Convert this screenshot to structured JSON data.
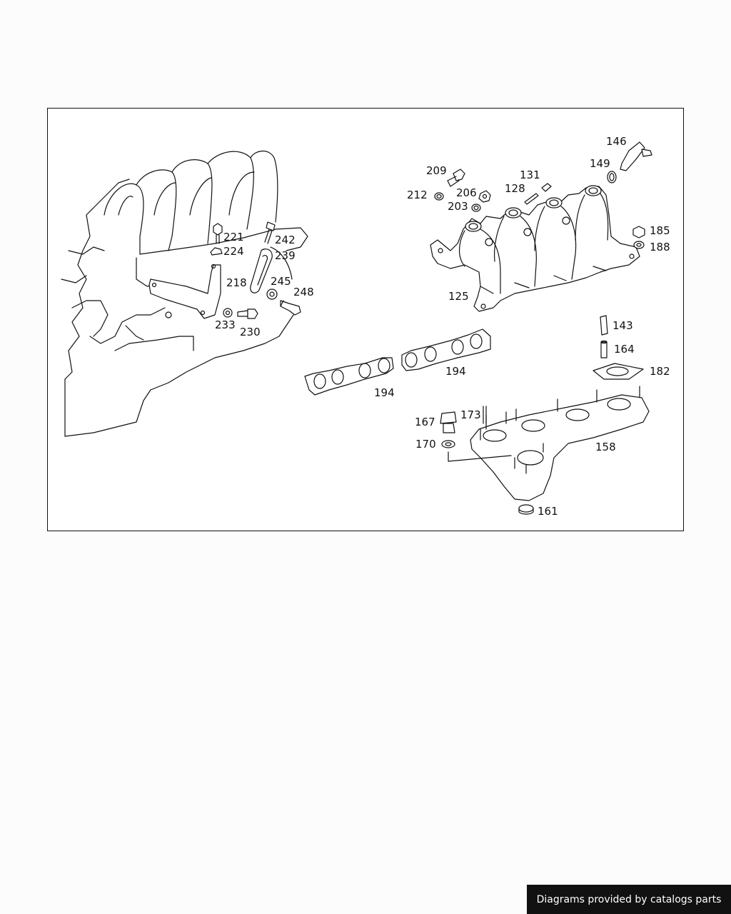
{
  "diagram": {
    "part_labels": [
      {
        "id": "146",
        "text": "146"
      },
      {
        "id": "149",
        "text": "149"
      },
      {
        "id": "209",
        "text": "209"
      },
      {
        "id": "131",
        "text": "131"
      },
      {
        "id": "212",
        "text": "212"
      },
      {
        "id": "206",
        "text": "206"
      },
      {
        "id": "128",
        "text": "128"
      },
      {
        "id": "203",
        "text": "203"
      },
      {
        "id": "185",
        "text": "185"
      },
      {
        "id": "188",
        "text": "188"
      },
      {
        "id": "125",
        "text": "125"
      },
      {
        "id": "221",
        "text": "221"
      },
      {
        "id": "242",
        "text": "242"
      },
      {
        "id": "224",
        "text": "224"
      },
      {
        "id": "239",
        "text": "239"
      },
      {
        "id": "218",
        "text": "218"
      },
      {
        "id": "245",
        "text": "245"
      },
      {
        "id": "248",
        "text": "248"
      },
      {
        "id": "233",
        "text": "233"
      },
      {
        "id": "230",
        "text": "230"
      },
      {
        "id": "143",
        "text": "143"
      },
      {
        "id": "164",
        "text": "164"
      },
      {
        "id": "182",
        "text": "182"
      },
      {
        "id": "194a",
        "text": "194"
      },
      {
        "id": "194b",
        "text": "194"
      },
      {
        "id": "167",
        "text": "167"
      },
      {
        "id": "173",
        "text": "173"
      },
      {
        "id": "170",
        "text": "170"
      },
      {
        "id": "158",
        "text": "158"
      },
      {
        "id": "161",
        "text": "161"
      }
    ]
  },
  "footer": {
    "text": "Diagrams provided by catalogs parts"
  }
}
